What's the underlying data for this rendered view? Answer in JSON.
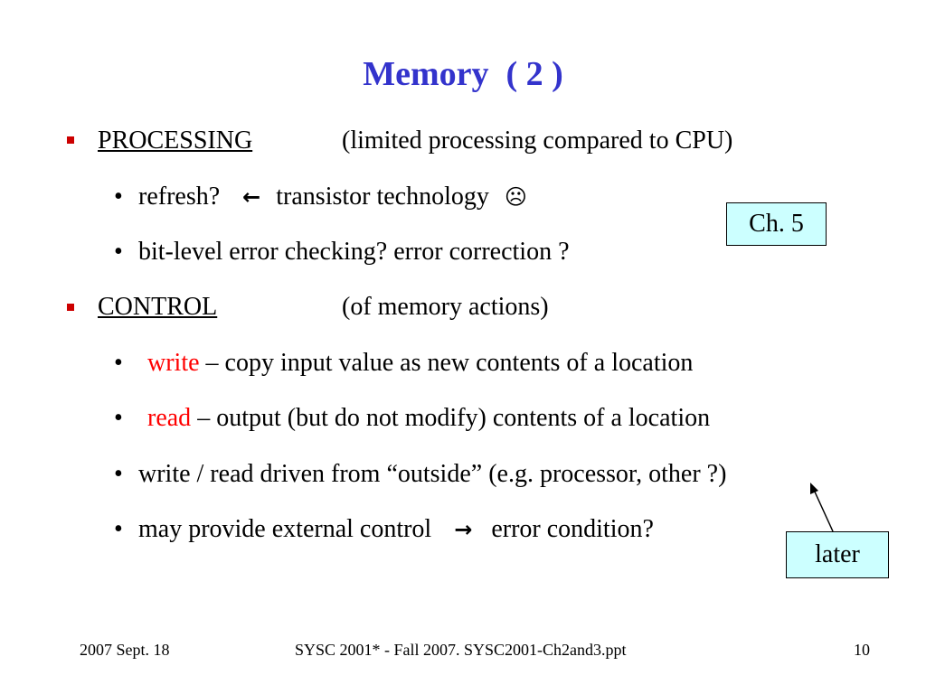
{
  "title": "Memory  ( 2 )",
  "processing": {
    "heading": "PROCESSING",
    "note": "(limited processing compared to CPU)",
    "items": [
      {
        "pre": "refresh?",
        "arrow_icon": "left-arrow",
        "arrow_glyph": "←",
        "post": "transistor technology",
        "face_icon": "sad-face",
        "face_glyph": "☹"
      },
      {
        "text": "bit-level error checking?  error correction ?"
      }
    ]
  },
  "control": {
    "heading": "CONTROL",
    "note": "(of memory actions)",
    "items": [
      {
        "keyword": "write",
        "rest": " – copy input value as new contents of a location"
      },
      {
        "keyword": "read",
        "rest": " – output (but do not modify) contents of a location"
      },
      {
        "text": "write / read driven from “outside” (e.g. processor, other ?)"
      },
      {
        "pre": "may provide external control",
        "arrow_icon": "right-arrow",
        "arrow_glyph": "→",
        "post": "error condition?"
      }
    ]
  },
  "bullet_glyph": "•",
  "callouts": {
    "chapter": "Ch. 5",
    "later": "later"
  },
  "footer": {
    "date": "2007 Sept. 18",
    "course": "SYSC 2001* - Fall 2007. SYSC2001-Ch2and3.ppt",
    "page": "10"
  },
  "colors": {
    "title": "#3333cc",
    "keyword": "#ff0000",
    "square_bullet": "#cc0000",
    "callout_fill": "#ccffff"
  }
}
